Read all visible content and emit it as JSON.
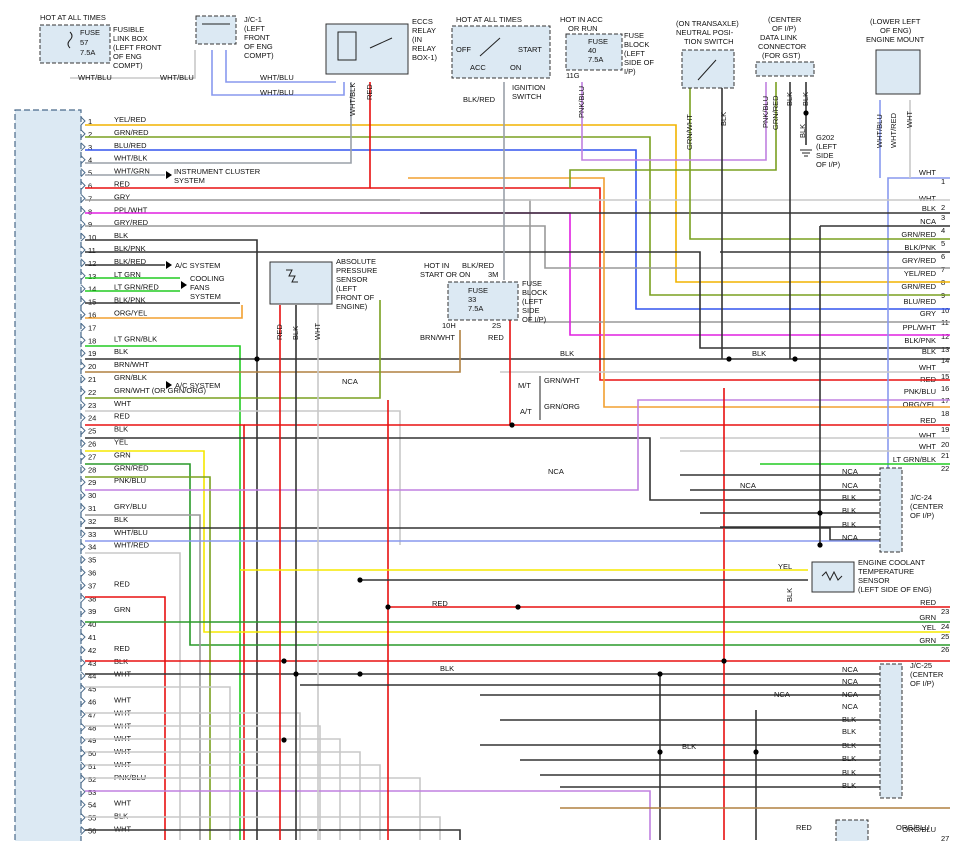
{
  "ecm": {
    "pins": [
      {
        "n": "1",
        "label": "YEL/RED",
        "color": "#f2b400"
      },
      {
        "n": "2",
        "label": "GRN/RED",
        "color": "#7aa020"
      },
      {
        "n": "3",
        "label": "BLU/RED",
        "color": "#3355ee"
      },
      {
        "n": "4",
        "label": "WHT/BLK",
        "color": "#9aa0a8"
      },
      {
        "n": "5",
        "label": "WHT/GRN",
        "color": "#9aa0a8"
      },
      {
        "n": "6",
        "label": "RED",
        "color": "#e81010"
      },
      {
        "n": "7",
        "label": "GRY",
        "color": "#999999"
      },
      {
        "n": "8",
        "label": "PPL/WHT",
        "color": "#e020e0"
      },
      {
        "n": "9",
        "label": "GRY/RED",
        "color": "#999999"
      },
      {
        "n": "10",
        "label": "BLK",
        "color": "#333333"
      },
      {
        "n": "11",
        "label": "BLK/PNK",
        "color": "#333333"
      },
      {
        "n": "12",
        "label": "BLK/RED",
        "color": "#333333"
      },
      {
        "n": "13",
        "label": "LT GRN",
        "color": "#22cc22"
      },
      {
        "n": "14",
        "label": "LT GRN/RED",
        "color": "#22cc22"
      },
      {
        "n": "15",
        "label": "BLK/PNK",
        "color": "#333333"
      },
      {
        "n": "16",
        "label": "ORG/YEL",
        "color": "#f2a030"
      },
      {
        "n": "17",
        "label": "",
        "color": ""
      },
      {
        "n": "18",
        "label": "LT GRN/BLK",
        "color": "#22cc22"
      },
      {
        "n": "19",
        "label": "BLK",
        "color": "#333333"
      },
      {
        "n": "20",
        "label": "BRN/WHT",
        "color": "#b08040"
      },
      {
        "n": "21",
        "label": "GRN/BLK",
        "color": "#7aa020"
      },
      {
        "n": "22",
        "label": "GRN/WHT (OR GRN/ORG)",
        "color": "#7aa020"
      },
      {
        "n": "23",
        "label": "WHT",
        "color": "#c8c8c8"
      },
      {
        "n": "24",
        "label": "RED",
        "color": "#e81010"
      },
      {
        "n": "25",
        "label": "BLK",
        "color": "#333333"
      },
      {
        "n": "26",
        "label": "YEL",
        "color": "#f5e800"
      },
      {
        "n": "27",
        "label": "GRN",
        "color": "#2a9a2a"
      },
      {
        "n": "28",
        "label": "GRN/RED",
        "color": "#7aa020"
      },
      {
        "n": "29",
        "label": "PNK/BLU",
        "color": "#c080e0"
      },
      {
        "n": "30",
        "label": "",
        "color": ""
      },
      {
        "n": "31",
        "label": "GRY/BLU",
        "color": "#999999"
      },
      {
        "n": "32",
        "label": "BLK",
        "color": "#333333"
      },
      {
        "n": "33",
        "label": "WHT/BLU",
        "color": "#8899ee"
      },
      {
        "n": "34",
        "label": "WHT/RED",
        "color": "#c8c8c8"
      },
      {
        "n": "35",
        "label": "",
        "color": ""
      },
      {
        "n": "36",
        "label": "",
        "color": ""
      },
      {
        "n": "37",
        "label": "RED",
        "color": "#e81010"
      },
      {
        "n": "38",
        "label": "",
        "color": ""
      },
      {
        "n": "39",
        "label": "GRN",
        "color": "#2a9a2a"
      },
      {
        "n": "40",
        "label": "",
        "color": ""
      },
      {
        "n": "41",
        "label": "",
        "color": ""
      },
      {
        "n": "42",
        "label": "RED",
        "color": "#e81010"
      },
      {
        "n": "43",
        "label": "BLK",
        "color": "#333333"
      },
      {
        "n": "44",
        "label": "WHT",
        "color": "#c8c8c8"
      },
      {
        "n": "45",
        "label": "",
        "color": ""
      },
      {
        "n": "46",
        "label": "WHT",
        "color": "#c8c8c8"
      },
      {
        "n": "47",
        "label": "WHT",
        "color": "#c8c8c8"
      },
      {
        "n": "48",
        "label": "WHT",
        "color": "#c8c8c8"
      },
      {
        "n": "49",
        "label": "WHT",
        "color": "#c8c8c8"
      },
      {
        "n": "50",
        "label": "WHT",
        "color": "#c8c8c8"
      },
      {
        "n": "51",
        "label": "WHT",
        "color": "#c8c8c8"
      },
      {
        "n": "52",
        "label": "PNK/BLU",
        "color": "#c080e0"
      },
      {
        "n": "53",
        "label": "",
        "color": ""
      },
      {
        "n": "54",
        "label": "WHT",
        "color": "#c8c8c8"
      },
      {
        "n": "55",
        "label": "BLK",
        "color": "#333333"
      },
      {
        "n": "56",
        "label": "WHT",
        "color": "#c8c8c8"
      }
    ]
  },
  "right_terminals": [
    {
      "n": "1",
      "label": "WHT"
    },
    {
      "n": "2",
      "label": "WHT"
    },
    {
      "n": "3",
      "label": "BLK"
    },
    {
      "n": "4",
      "label": "NCA"
    },
    {
      "n": "5",
      "label": "GRN/RED"
    },
    {
      "n": "6",
      "label": "BLK/PNK"
    },
    {
      "n": "7",
      "label": "GRY/RED"
    },
    {
      "n": "8",
      "label": "YEL/RED"
    },
    {
      "n": "9",
      "label": "GRN/RED"
    },
    {
      "n": "10",
      "label": "BLU/RED"
    },
    {
      "n": "11",
      "label": "GRY"
    },
    {
      "n": "12",
      "label": "PPL/WHT"
    },
    {
      "n": "13",
      "label": "BLK/PNK"
    },
    {
      "n": "14",
      "label": "BLK"
    },
    {
      "n": "15",
      "label": "WHT"
    },
    {
      "n": "16",
      "label": "RED"
    },
    {
      "n": "17",
      "label": "PNK/BLU"
    },
    {
      "n": "18",
      "label": "ORG/YEL"
    },
    {
      "n": "19",
      "label": "RED"
    },
    {
      "n": "20",
      "label": "WHT"
    },
    {
      "n": "21",
      "label": "WHT"
    },
    {
      "n": "22",
      "label": "LT GRN/BLK"
    },
    {
      "n": "23",
      "label": "RED"
    },
    {
      "n": "24",
      "label": "GRN"
    },
    {
      "n": "25",
      "label": "YEL"
    },
    {
      "n": "26",
      "label": "GRN"
    },
    {
      "n": "27",
      "label": "ORG/BLU"
    }
  ],
  "components": {
    "fusible_link": {
      "header": "HOT AT ALL TIMES",
      "fuse": "FUSE",
      "num": "57",
      "amp": "7.5A",
      "l1": "FUSIBLE",
      "l2": "LINK BOX",
      "l3": "(LEFT FRONT",
      "l4": "OF ENG",
      "l5": "COMPT)"
    },
    "jc1": {
      "l1": "J/C-1",
      "l2": "(LEFT",
      "l3": "FRONT",
      "l4": "OF ENG",
      "l5": "COMPT)"
    },
    "eccs": {
      "l1": "ECCS",
      "l2": "RELAY",
      "l3": "(IN",
      "l4": "RELAY",
      "l5": "BOX-1)"
    },
    "ignition": {
      "header": "HOT AT ALL TIMES",
      "off": "OFF",
      "start": "START",
      "acc": "ACC",
      "on": "ON",
      "l1": "IGNITION",
      "l2": "SWITCH"
    },
    "fuse40": {
      "h1": "HOT IN ACC",
      "h2": "OR RUN",
      "fuse": "FUSE",
      "num": "40",
      "amp": "7.5A",
      "l1": "FUSE",
      "l2": "BLOCK",
      "l3": "(LEFT",
      "l4": "SIDE OF",
      "l5": "I/P)",
      "pin": "11G"
    },
    "neutral": {
      "l1": "(ON TRANSAXLE)",
      "l2": "NEUTRAL POSI-",
      "l3": "TION SWITCH"
    },
    "dlc": {
      "l1": "(CENTER",
      "l2": "OF I/P)",
      "l3": "DATA LINK",
      "l4": "CONNECTOR",
      "l5": "(FOR GST)"
    },
    "mount": {
      "l1": "(LOWER LEFT",
      "l2": "OF ENG)",
      "l3": "ENGINE MOUNT"
    },
    "g202": {
      "l1": "G202",
      "l2": "(LEFT",
      "l3": "SIDE",
      "l4": "OF I/P)"
    },
    "aps": {
      "l1": "ABSOLUTE",
      "l2": "PRESSURE",
      "l3": "SENSOR",
      "l4": "(LEFT",
      "l5": "FRONT OF",
      "l6": "ENGINE)"
    },
    "fuse33": {
      "h1": "HOT IN",
      "h2": "START OR ON",
      "wire": "BLK/RED",
      "pin_in": "3M",
      "fuse": "FUSE",
      "num": "33",
      "amp": "7.5A",
      "pin_out": "2S",
      "pin_l": "10H",
      "l1": "FUSE",
      "l2": "BLOCK",
      "l3": "(LEFT",
      "l4": "SIDE",
      "l5": "OF I/P)"
    },
    "jc24": {
      "l1": "J/C-24",
      "l2": "(CENTER",
      "l3": "OF I/P)"
    },
    "ect": {
      "l1": "ENGINE COOLANT",
      "l2": "TEMPERATURE",
      "l3": "SENSOR",
      "l4": "(LEFT SIDE OF ENG)"
    },
    "jc25": {
      "l1": "J/C-25",
      "l2": "(CENTER",
      "l3": "OF I/P)"
    }
  },
  "callouts": {
    "inst": "INSTRUMENT CLUSTER",
    "inst2": "SYSTEM",
    "ac1": "A/C SYSTEM",
    "cool1": "COOLING",
    "cool2": "FANS",
    "cool3": "SYSTEM",
    "ac2": "A/C SYSTEM",
    "mt": "M/T",
    "at": "A/T"
  },
  "wire_labels": {
    "wht_blu": "WHT/BLU",
    "wht_blk": "WHT/BLK",
    "red": "RED",
    "blk_red": "BLK/RED",
    "pnk_blu": "PNK/BLU",
    "grn_wht": "GRN/WHT",
    "grn_org": "GRN/ORG",
    "blk": "BLK",
    "grn_red": "GRN/RED",
    "wht": "WHT",
    "wht_red": "WHT/RED",
    "nca": "NCA",
    "brn_wht": "BRN/WHT",
    "yel": "YEL",
    "org_blu": "ORG/BLU"
  }
}
